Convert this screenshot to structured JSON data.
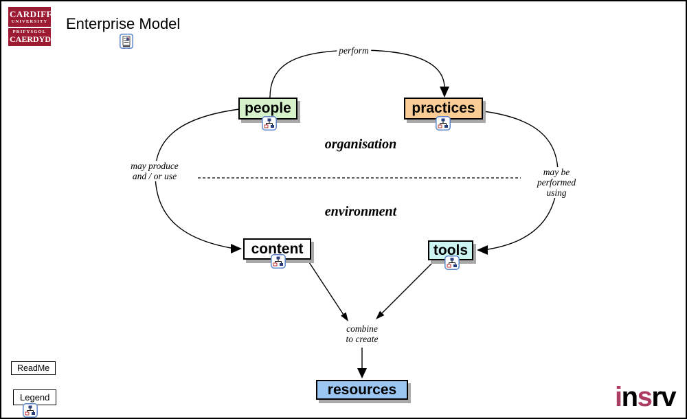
{
  "page": {
    "title": "Enterprise Model"
  },
  "university_logo": {
    "line1": "CARDIFF",
    "line2": "UNIVERSITY",
    "line3": "PRIFYSGOL",
    "line4": "CAERDYDD"
  },
  "nodes": {
    "people": {
      "label": "people"
    },
    "practices": {
      "label": "practices"
    },
    "content": {
      "label": "content"
    },
    "tools": {
      "label": "tools"
    },
    "resources": {
      "label": "resources"
    }
  },
  "zones": {
    "organisation": "organisation",
    "environment": "environment"
  },
  "edge_labels": {
    "perform": "perform",
    "may_produce_1": "may produce",
    "may_produce_2": "and / or use",
    "may_be_1": "may be",
    "may_be_2": "performed",
    "may_be_3": "using",
    "combine_1": "combine",
    "combine_2": "to create"
  },
  "buttons": {
    "readme": "ReadMe",
    "legend": "Legend"
  },
  "footer_logo": {
    "l1": "i",
    "l2": "n",
    "l3": "s",
    "l4": "r",
    "l5": "v"
  },
  "icons": {
    "title_icon": "document-icon",
    "node_icon": "org-chart-icon"
  },
  "colors": {
    "people": "#D5F2CB",
    "practices": "#FACC96",
    "content": "#FFFFFF",
    "tools": "#CCF4F0",
    "resources": "#9CC6F2",
    "cardiff_red": "#9D1B32",
    "insrv_accent": "#AC3D62"
  }
}
